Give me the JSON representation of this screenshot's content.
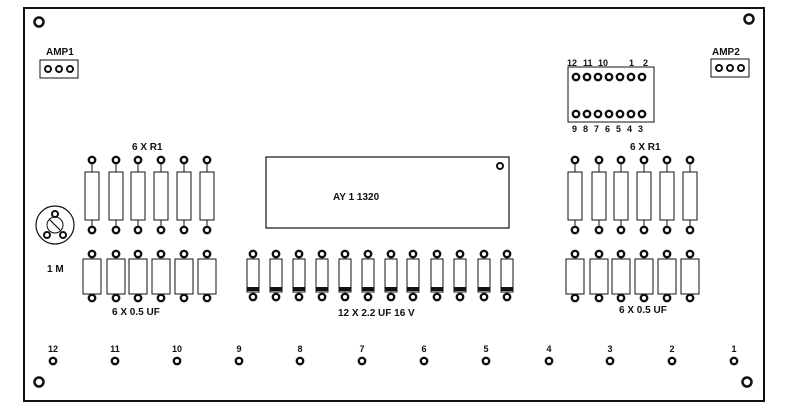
{
  "labels": {
    "amp1": "AMP1",
    "amp2": "AMP2",
    "resistors_left": "6 X R1",
    "resistors_right": "6 X R1",
    "caps_left": "6  X  0.5 UF",
    "caps_center": "12 X 2.2 UF 16 V",
    "caps_right": "6 X 0.5 UF",
    "ic": "AY  1  1320",
    "pot": "1 M"
  },
  "connector_top_pins": [
    "12",
    "11",
    "10",
    "1",
    "2"
  ],
  "connector_bottom_pins": [
    "9",
    "8",
    "7",
    "6",
    "5",
    "4",
    "3"
  ],
  "bottom_terminals": [
    "12",
    "11",
    "10",
    "9",
    "8",
    "7",
    "6",
    "5",
    "4",
    "3",
    "2",
    "1"
  ]
}
